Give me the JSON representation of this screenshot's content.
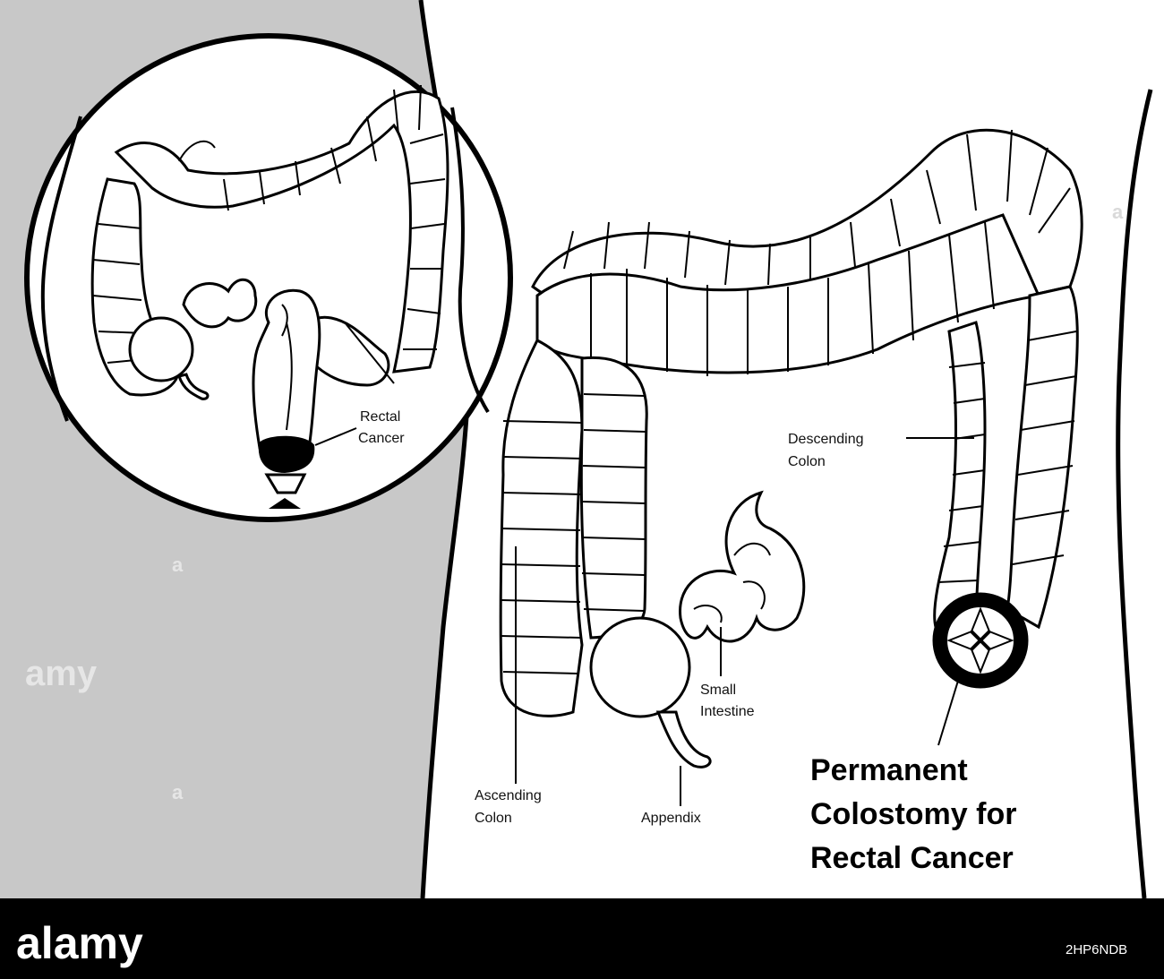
{
  "title_lines": [
    "Permanent",
    "Colostomy for",
    "Rectal Cancer"
  ],
  "labels": {
    "rectal_cancer": [
      "Rectal",
      "Cancer"
    ],
    "descending_colon": [
      "Descending",
      "Colon"
    ],
    "small_intestine": [
      "Small",
      "Intestine"
    ],
    "ascending_colon": [
      "Ascending",
      "Colon"
    ],
    "appendix": "Appendix"
  },
  "watermark": {
    "brand": "alamy",
    "image_id": "2HP6NDB",
    "side_marks": [
      "a",
      "a",
      "amy",
      "a",
      "a"
    ]
  },
  "colors": {
    "background_panel": "#c8c8c8",
    "outline": "#000000",
    "footer_bar": "#000000"
  }
}
